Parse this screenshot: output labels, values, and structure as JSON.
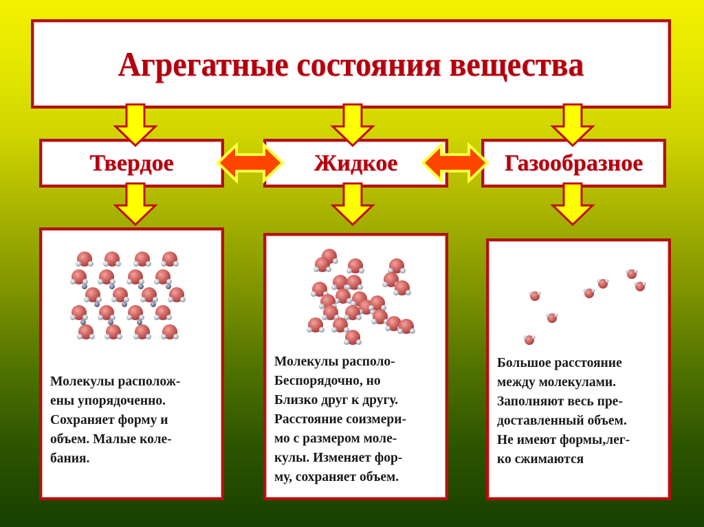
{
  "title": "Агрегатные состояния вещества",
  "states": [
    {
      "label": "Твердое",
      "description": "Молекулы располож-\nены упорядоченно.\nСохраняет форму и\nобъем. Малые коле-\nбания.",
      "illustration": "solid-lattice-molecules"
    },
    {
      "label": "Жидкое",
      "description": "Молекулы располо-\nБеспорядочно, но\nБлизко друг к другу.\nРасстояние соизмери-\nмо с размером моле-\nкулы. Изменяет фор-\nму, сохраняет объем.",
      "illustration": "liquid-clustered-molecules"
    },
    {
      "label": "Газообразное",
      "description": "Большое расстояние\nмежду молекулами.\nЗаполняют весь пре-\nдоставленный объем.\nНе имеют формы,лег-\nко сжимаются",
      "illustration": "gas-scattered-molecules"
    }
  ],
  "colors": {
    "box_border": "#b31010",
    "heading_text": "#b3000f",
    "arrow_down_fill": "#ffff00",
    "arrow_down_stroke": "#c01010",
    "arrow_lr_fill": "#ff4500",
    "arrow_lr_glow": "#ffff40",
    "background_top": "#f5f000",
    "background_bottom": "#173f00"
  },
  "icons": {
    "down_arrow": "arrow-down-icon",
    "bidirectional_arrow": "arrow-left-right-icon",
    "molecule": "water-molecule-icon"
  }
}
